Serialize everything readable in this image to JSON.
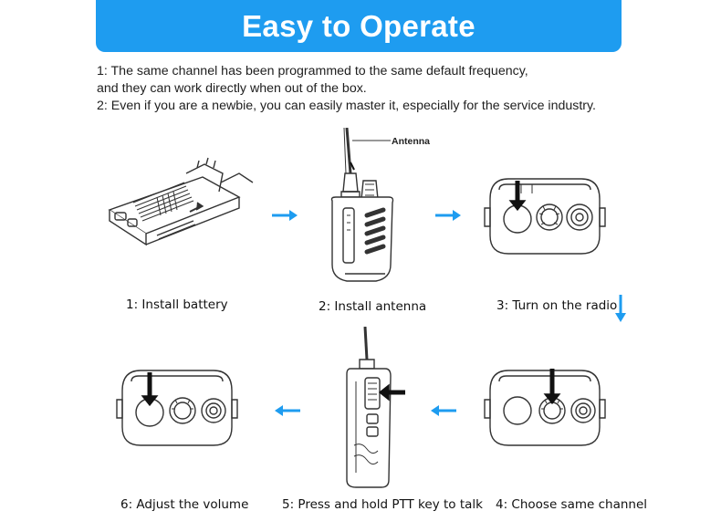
{
  "header": {
    "title": "Easy to Operate"
  },
  "notes": [
    "1: The same channel has been programmed to the same default frequency,",
    "and they can work directly when out of the box.",
    "2: Even if you are a newbie, you can easily master it, especially for the service industry."
  ],
  "steps": [
    {
      "label": "1: Install battery",
      "icon": "battery-install-illustration"
    },
    {
      "label": "2: Install antenna",
      "icon": "antenna-install-illustration",
      "callout": "Antenna"
    },
    {
      "label": "3: Turn on the radio",
      "icon": "power-knob-illustration"
    },
    {
      "label": "4: Choose same channel",
      "icon": "channel-knob-illustration"
    },
    {
      "label": "5: Press and hold PTT key to talk",
      "icon": "ptt-key-illustration"
    },
    {
      "label": "6: Adjust the volume",
      "icon": "volume-knob-illustration"
    }
  ],
  "colors": {
    "accent": "#1e9cf0",
    "arrow": "#1e9cf0",
    "line": "#333333"
  }
}
